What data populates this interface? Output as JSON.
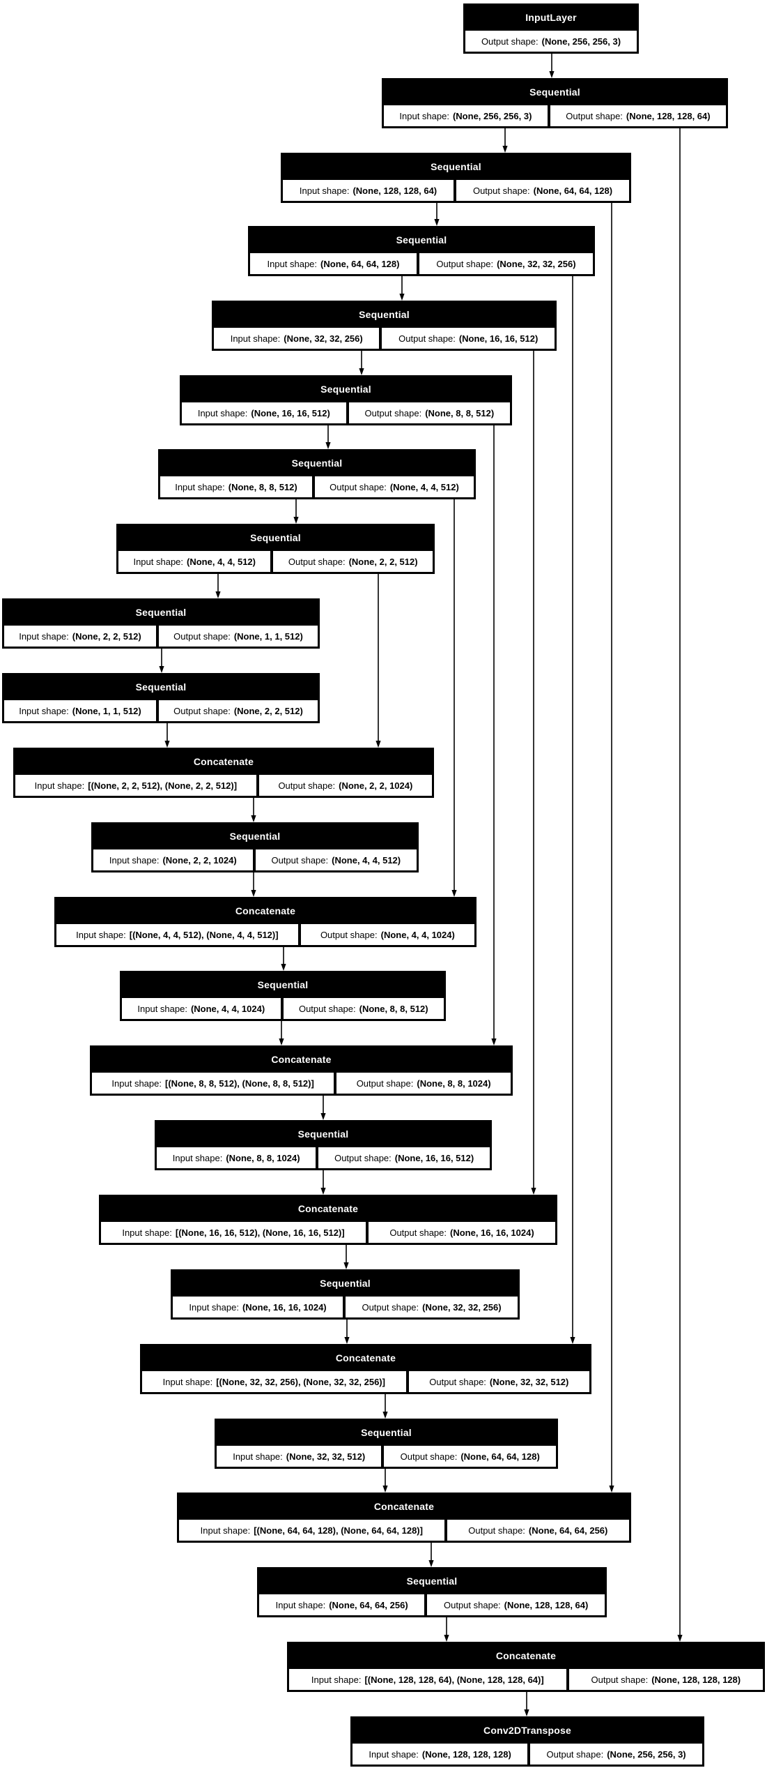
{
  "diagram": {
    "kind": "keras-model-architecture-graph",
    "background_color": "#ffffff",
    "node_fill": "#000000",
    "node_title_color": "#ffffff",
    "cell_fill": "#ffffff",
    "cell_text_color": "#000000",
    "edge_color": "#000000"
  },
  "nodes": [
    {
      "id": "n0",
      "title": "InputLayer",
      "cells": [
        {
          "label": "Output shape:",
          "value": "(None, 256, 256, 3)"
        }
      ]
    },
    {
      "id": "n1",
      "title": "Sequential",
      "cells": [
        {
          "label": "Input shape:",
          "value": "(None, 256, 256, 3)"
        },
        {
          "label": "Output shape:",
          "value": "(None, 128, 128, 64)"
        }
      ]
    },
    {
      "id": "n2",
      "title": "Sequential",
      "cells": [
        {
          "label": "Input shape:",
          "value": "(None, 128, 128, 64)"
        },
        {
          "label": "Output shape:",
          "value": "(None, 64, 64, 128)"
        }
      ]
    },
    {
      "id": "n3",
      "title": "Sequential",
      "cells": [
        {
          "label": "Input shape:",
          "value": "(None, 64, 64, 128)"
        },
        {
          "label": "Output shape:",
          "value": "(None, 32, 32, 256)"
        }
      ]
    },
    {
      "id": "n4",
      "title": "Sequential",
      "cells": [
        {
          "label": "Input shape:",
          "value": "(None, 32, 32, 256)"
        },
        {
          "label": "Output shape:",
          "value": "(None, 16, 16, 512)"
        }
      ]
    },
    {
      "id": "n5",
      "title": "Sequential",
      "cells": [
        {
          "label": "Input shape:",
          "value": "(None, 16, 16, 512)"
        },
        {
          "label": "Output shape:",
          "value": "(None, 8, 8, 512)"
        }
      ]
    },
    {
      "id": "n6",
      "title": "Sequential",
      "cells": [
        {
          "label": "Input shape:",
          "value": "(None, 8, 8, 512)"
        },
        {
          "label": "Output shape:",
          "value": "(None, 4, 4, 512)"
        }
      ]
    },
    {
      "id": "n7",
      "title": "Sequential",
      "cells": [
        {
          "label": "Input shape:",
          "value": "(None, 4, 4, 512)"
        },
        {
          "label": "Output shape:",
          "value": "(None, 2, 2, 512)"
        }
      ]
    },
    {
      "id": "n8",
      "title": "Sequential",
      "cells": [
        {
          "label": "Input shape:",
          "value": "(None, 2, 2, 512)"
        },
        {
          "label": "Output shape:",
          "value": "(None, 1, 1, 512)"
        }
      ]
    },
    {
      "id": "n9",
      "title": "Sequential",
      "cells": [
        {
          "label": "Input shape:",
          "value": "(None, 1, 1, 512)"
        },
        {
          "label": "Output shape:",
          "value": "(None, 2, 2, 512)"
        }
      ]
    },
    {
      "id": "n10",
      "title": "Concatenate",
      "cells": [
        {
          "label": "Input shape:",
          "value": "[(None, 2, 2, 512), (None, 2, 2, 512)]"
        },
        {
          "label": "Output shape:",
          "value": "(None, 2, 2, 1024)"
        }
      ]
    },
    {
      "id": "n11",
      "title": "Sequential",
      "cells": [
        {
          "label": "Input shape:",
          "value": "(None, 2, 2, 1024)"
        },
        {
          "label": "Output shape:",
          "value": "(None, 4, 4, 512)"
        }
      ]
    },
    {
      "id": "n12",
      "title": "Concatenate",
      "cells": [
        {
          "label": "Input shape:",
          "value": "[(None, 4, 4, 512), (None, 4, 4, 512)]"
        },
        {
          "label": "Output shape:",
          "value": "(None, 4, 4, 1024)"
        }
      ]
    },
    {
      "id": "n13",
      "title": "Sequential",
      "cells": [
        {
          "label": "Input shape:",
          "value": "(None, 4, 4, 1024)"
        },
        {
          "label": "Output shape:",
          "value": "(None, 8, 8, 512)"
        }
      ]
    },
    {
      "id": "n14",
      "title": "Concatenate",
      "cells": [
        {
          "label": "Input shape:",
          "value": "[(None, 8, 8, 512), (None, 8, 8, 512)]"
        },
        {
          "label": "Output shape:",
          "value": "(None, 8, 8, 1024)"
        }
      ]
    },
    {
      "id": "n15",
      "title": "Sequential",
      "cells": [
        {
          "label": "Input shape:",
          "value": "(None, 8, 8, 1024)"
        },
        {
          "label": "Output shape:",
          "value": "(None, 16, 16, 512)"
        }
      ]
    },
    {
      "id": "n16",
      "title": "Concatenate",
      "cells": [
        {
          "label": "Input shape:",
          "value": "[(None, 16, 16, 512), (None, 16, 16, 512)]"
        },
        {
          "label": "Output shape:",
          "value": "(None, 16, 16, 1024)"
        }
      ]
    },
    {
      "id": "n17",
      "title": "Sequential",
      "cells": [
        {
          "label": "Input shape:",
          "value": "(None, 16, 16, 1024)"
        },
        {
          "label": "Output shape:",
          "value": "(None, 32, 32, 256)"
        }
      ]
    },
    {
      "id": "n18",
      "title": "Concatenate",
      "cells": [
        {
          "label": "Input shape:",
          "value": "[(None, 32, 32, 256), (None, 32, 32, 256)]"
        },
        {
          "label": "Output shape:",
          "value": "(None, 32, 32, 512)"
        }
      ]
    },
    {
      "id": "n19",
      "title": "Sequential",
      "cells": [
        {
          "label": "Input shape:",
          "value": "(None, 32, 32, 512)"
        },
        {
          "label": "Output shape:",
          "value": "(None, 64, 64, 128)"
        }
      ]
    },
    {
      "id": "n20",
      "title": "Concatenate",
      "cells": [
        {
          "label": "Input shape:",
          "value": "[(None, 64, 64, 128), (None, 64, 64, 128)]"
        },
        {
          "label": "Output shape:",
          "value": "(None, 64, 64, 256)"
        }
      ]
    },
    {
      "id": "n21",
      "title": "Sequential",
      "cells": [
        {
          "label": "Input shape:",
          "value": "(None, 64, 64, 256)"
        },
        {
          "label": "Output shape:",
          "value": "(None, 128, 128, 64)"
        }
      ]
    },
    {
      "id": "n22",
      "title": "Concatenate",
      "cells": [
        {
          "label": "Input shape:",
          "value": "[(None, 128, 128, 64), (None, 128, 128, 64)]"
        },
        {
          "label": "Output shape:",
          "value": "(None, 128, 128, 128)"
        }
      ]
    },
    {
      "id": "n23",
      "title": "Conv2DTranspose",
      "cells": [
        {
          "label": "Input shape:",
          "value": "(None, 128, 128, 128)"
        },
        {
          "label": "Output shape:",
          "value": "(None, 256, 256, 3)"
        }
      ]
    }
  ],
  "edges": [
    {
      "from": "n0",
      "to": "n1",
      "kind": "main"
    },
    {
      "from": "n1",
      "to": "n2",
      "kind": "main"
    },
    {
      "from": "n2",
      "to": "n3",
      "kind": "main"
    },
    {
      "from": "n3",
      "to": "n4",
      "kind": "main"
    },
    {
      "from": "n4",
      "to": "n5",
      "kind": "main"
    },
    {
      "from": "n5",
      "to": "n6",
      "kind": "main"
    },
    {
      "from": "n6",
      "to": "n7",
      "kind": "main"
    },
    {
      "from": "n7",
      "to": "n8",
      "kind": "main"
    },
    {
      "from": "n8",
      "to": "n9",
      "kind": "main"
    },
    {
      "from": "n9",
      "to": "n10",
      "kind": "main"
    },
    {
      "from": "n10",
      "to": "n11",
      "kind": "main"
    },
    {
      "from": "n11",
      "to": "n12",
      "kind": "main"
    },
    {
      "from": "n12",
      "to": "n13",
      "kind": "main"
    },
    {
      "from": "n13",
      "to": "n14",
      "kind": "main"
    },
    {
      "from": "n14",
      "to": "n15",
      "kind": "main"
    },
    {
      "from": "n15",
      "to": "n16",
      "kind": "main"
    },
    {
      "from": "n16",
      "to": "n17",
      "kind": "main"
    },
    {
      "from": "n17",
      "to": "n18",
      "kind": "main"
    },
    {
      "from": "n18",
      "to": "n19",
      "kind": "main"
    },
    {
      "from": "n19",
      "to": "n20",
      "kind": "main"
    },
    {
      "from": "n20",
      "to": "n21",
      "kind": "main"
    },
    {
      "from": "n21",
      "to": "n22",
      "kind": "main"
    },
    {
      "from": "n22",
      "to": "n23",
      "kind": "main"
    },
    {
      "from": "n1",
      "to": "n22",
      "kind": "skip"
    },
    {
      "from": "n2",
      "to": "n20",
      "kind": "skip"
    },
    {
      "from": "n3",
      "to": "n18",
      "kind": "skip"
    },
    {
      "from": "n4",
      "to": "n16",
      "kind": "skip"
    },
    {
      "from": "n5",
      "to": "n14",
      "kind": "skip"
    },
    {
      "from": "n6",
      "to": "n12",
      "kind": "skip"
    },
    {
      "from": "n7",
      "to": "n10",
      "kind": "skip"
    }
  ]
}
